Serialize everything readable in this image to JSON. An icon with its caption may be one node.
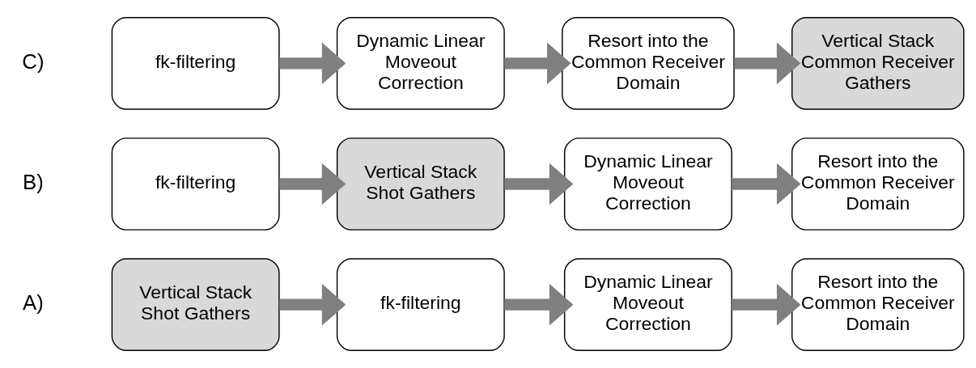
{
  "diagram": {
    "nodes": [
      {
        "text": [
          "Vertical Stack Shot Gathers"
        ]
      },
      {
        "text": [
          "fk-filtering"
        ]
      },
      {
        "text": [
          "Dynamic Linear Moveout Correction"
        ]
      },
      {
        "text": [
          "Resort into the Common Receiver Domain"
        ]
      },
      {
        "text": [
          "fk-filtering"
        ]
      },
      {
        "text": [
          "Vertical Stack Shot Gathers"
        ]
      },
      {
        "text": [
          "Dynamic Linear Moveout Correction"
        ]
      },
      {
        "text": [
          "Resort into the Common Receiver Domain"
        ]
      },
      {
        "text": [
          "fk-filtering"
        ]
      },
      {
        "text": [
          "Dynamic Linear Moveout Correction"
        ]
      },
      {
        "text": [
          "Resort into the Common Receiver Domain"
        ]
      },
      {
        "text": [
          "Vertical Stack Common Receiver Gathers"
        ]
      }
    ],
    "edges": [
      {
        "from": 0,
        "to": 1,
        "arrow": "to"
      },
      {
        "from": 1,
        "to": 2,
        "arrow": "to"
      },
      {
        "from": 2,
        "to": 3,
        "arrow": "to"
      },
      {
        "from": 4,
        "to": 5,
        "arrow": "to"
      },
      {
        "from": 5,
        "to": 6,
        "arrow": "to"
      },
      {
        "from": 6,
        "to": 7,
        "arrow": "to"
      },
      {
        "from": 8,
        "to": 9,
        "arrow": "to"
      },
      {
        "from": 9,
        "to": 10,
        "arrow": "to"
      },
      {
        "from": 10,
        "to": 11,
        "arrow": "to"
      }
    ],
    "labels": [
      "A)",
      "B)",
      "C)"
    ]
  }
}
